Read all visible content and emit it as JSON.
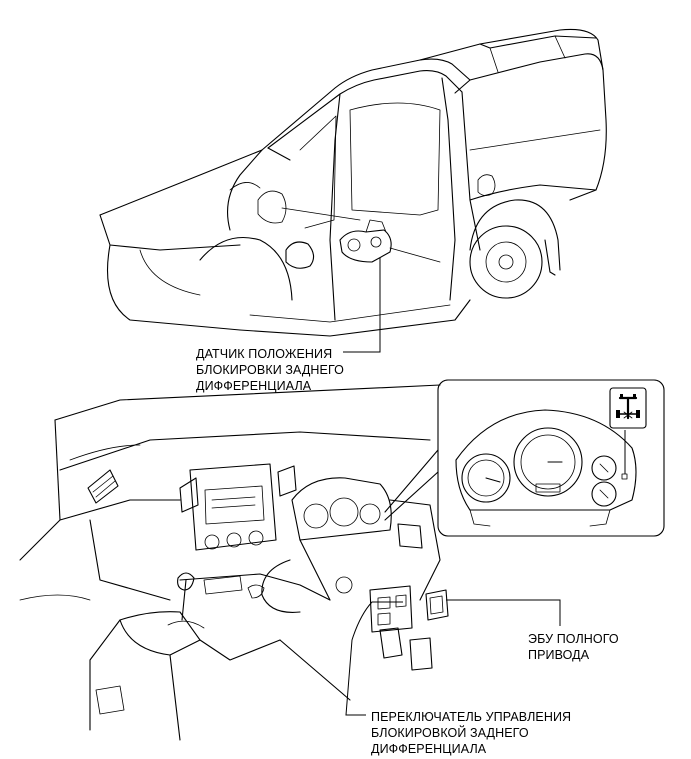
{
  "labels": {
    "rear_diff_lock_sensor": [
      "ДАТЧИК ПОЛОЖЕНИЯ",
      "БЛОКИРОВКИ ЗАДНЕГО",
      "ДИФФЕРЕНЦИАЛА"
    ],
    "four_wd_ecu": [
      "ЭБУ ПОЛНОГО",
      "ПРИВОДА"
    ],
    "rear_diff_lock_switch": [
      "ПЕРЕКЛЮЧАТЕЛЬ УПРАВЛЕНИЯ",
      "БЛОКИРОВКОЙ ЗАДНЕГО",
      "ДИФФЕРЕНЦИАЛА"
    ]
  },
  "icons": {
    "vehicle": "pickup-truck-icon",
    "dashboard": "dashboard-icon",
    "instrument_cluster": "instrument-cluster-icon",
    "indicator": "rear-diff-lock-indicator-icon"
  }
}
